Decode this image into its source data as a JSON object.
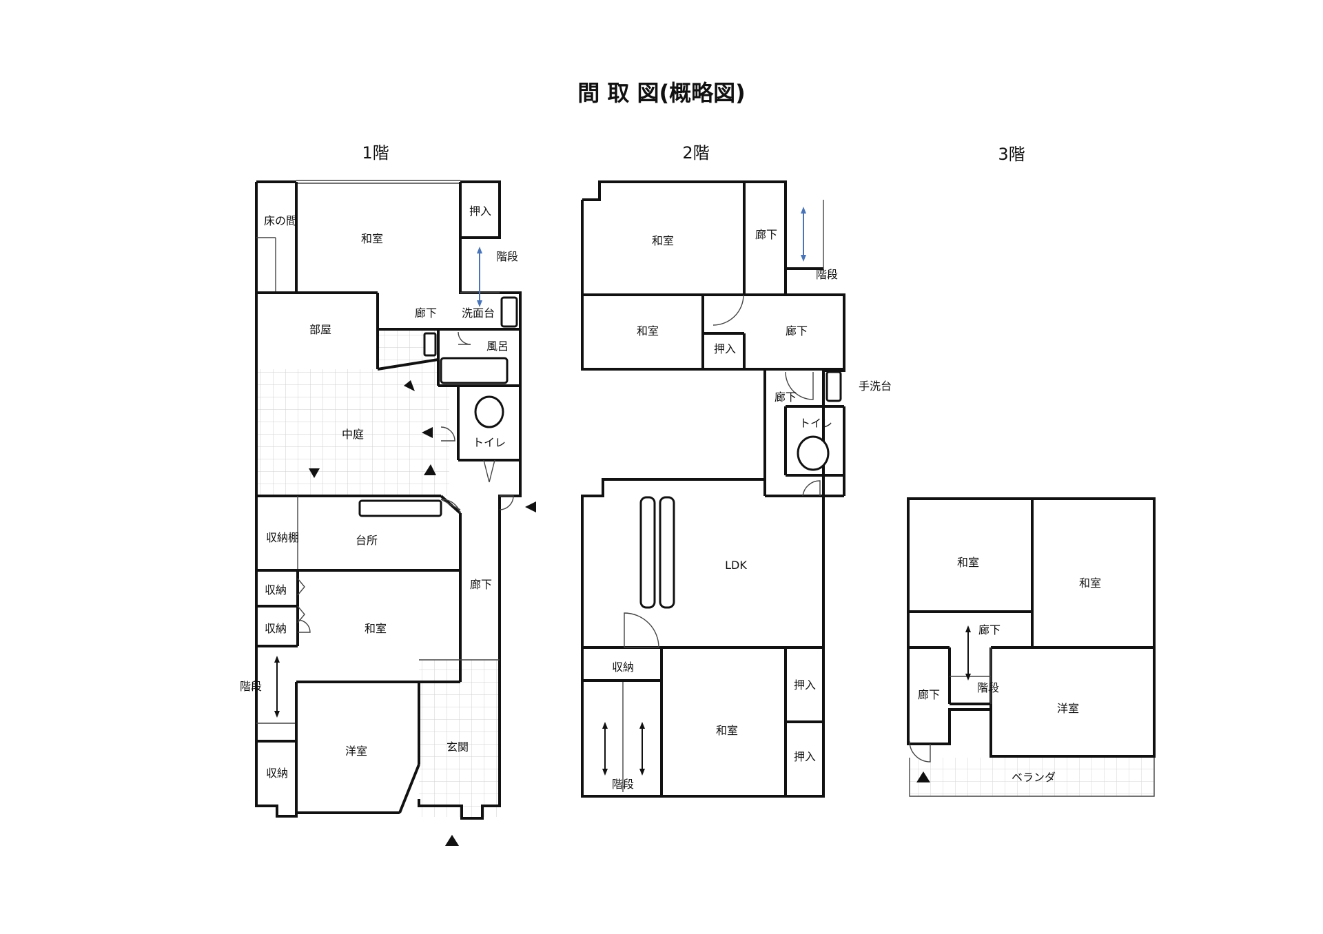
{
  "title": "間 取 図(概略図)",
  "floors": {
    "f1": {
      "label": "1階",
      "rooms": {
        "tokonoma": "床の間",
        "washitsu_top": "和室",
        "oshiire": "押入",
        "kaidan_top": "階段",
        "rouka_top": "廊下",
        "senmendai": "洗面台",
        "heya": "部屋",
        "furo": "風呂",
        "nakaniwa": "中庭",
        "toilet": "トイレ",
        "shuunoudana": "収納棚",
        "daidokoro": "台所",
        "rouka_right": "廊下",
        "shuunou_1": "収納",
        "shuunou_2": "収納",
        "washitsu_mid": "和室",
        "kaidan_left": "階段",
        "youshitsu": "洋室",
        "genkan": "玄関",
        "shuunou_3": "収納"
      }
    },
    "f2": {
      "label": "2階",
      "rooms": {
        "washitsu_top": "和室",
        "rouka_top": "廊下",
        "kaidan": "階段",
        "washitsu_mid": "和室",
        "oshiire_mid": "押入",
        "rouka_mid": "廊下",
        "tearaidai": "手洗台",
        "rouka_small": "廊下",
        "toilet": "トイレ",
        "ldk": "LDK",
        "shuunou": "収納",
        "washitsu_bottom": "和室",
        "oshiire_1": "押入",
        "oshiire_2": "押入",
        "kaidan_bottom": "階段"
      }
    },
    "f3": {
      "label": "3階",
      "rooms": {
        "washitsu_left": "和室",
        "washitsu_right": "和室",
        "rouka_mid": "廊下",
        "kaidan": "階段",
        "rouka_left": "廊下",
        "youshitsu": "洋室",
        "veranda": "ベランダ"
      }
    }
  },
  "colors": {
    "wall": "#111111",
    "stair_arrow": "#4a74b8",
    "grid": "#cfcfcf"
  }
}
